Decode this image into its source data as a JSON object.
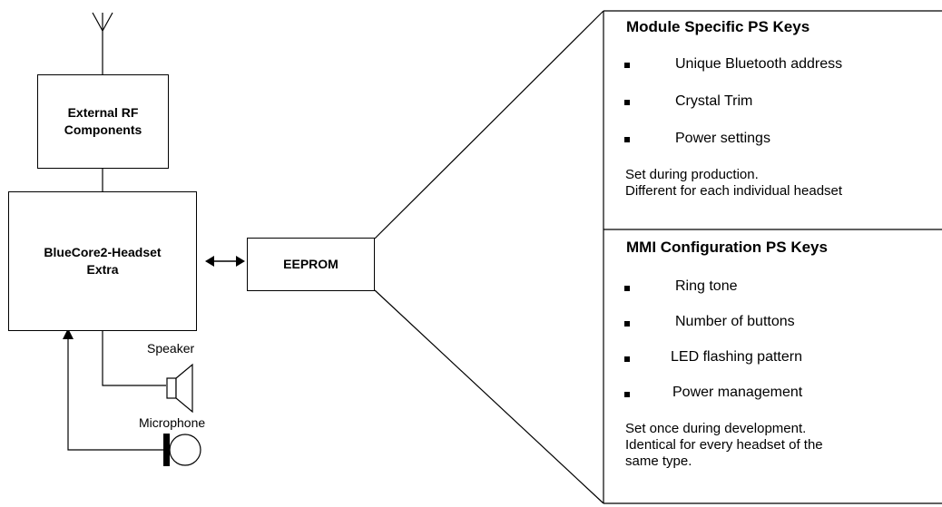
{
  "blocks": {
    "rf": "External RF\nComponents",
    "bluecore": "BlueCore2-Headset\nExtra",
    "eeprom": "EEPROM"
  },
  "labels": {
    "speaker": "Speaker",
    "microphone": "Microphone"
  },
  "panel_module": {
    "title": "Module Specific PS Keys",
    "items": [
      "Unique Bluetooth address",
      "Crystal Trim",
      "Power settings"
    ],
    "note": "Set during production.\nDifferent for each individual headset"
  },
  "panel_mmi": {
    "title": "MMI Configuration PS Keys",
    "items": [
      "Ring tone",
      "Number of buttons",
      "LED flashing pattern",
      "Power management"
    ],
    "note": "Set once during development.\nIdentical for every headset of the\nsame type."
  }
}
